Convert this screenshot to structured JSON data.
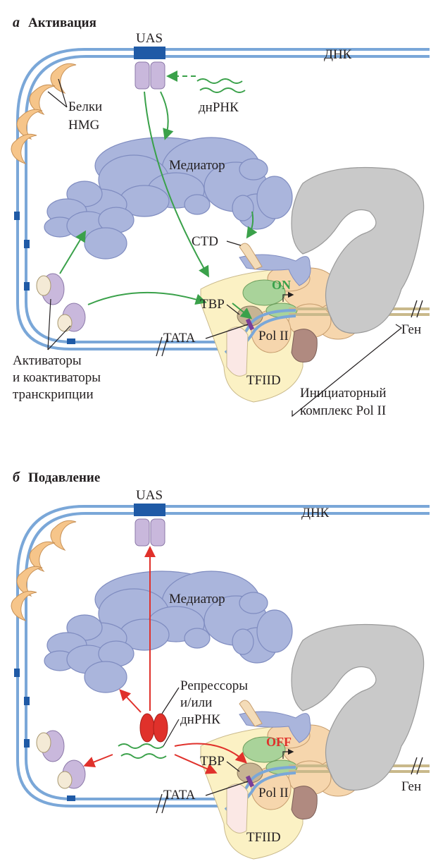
{
  "panel_a": {
    "letter": "а",
    "title": "Активация",
    "uas": "UAS",
    "dna": "ДНК",
    "hmg": [
      "Белки",
      "HMG"
    ],
    "ncrna": "днРНК",
    "mediator": "Медиатор",
    "ctd": "CTD",
    "status": "ON",
    "tbp": "TBP",
    "tata": "TATA",
    "pol2": "Pol II",
    "gene": "Ген",
    "tfiid": "TFIID",
    "activators": [
      "Активаторы",
      "и коактиваторы",
      "транскрипции"
    ],
    "complex": [
      "Инициаторный",
      "комплекс Pol II"
    ]
  },
  "panel_b": {
    "letter": "б",
    "title": "Подавление",
    "uas": "UAS",
    "dna": "ДНК",
    "mediator": "Медиатор",
    "repressors": [
      "Репрессоры",
      "и/или",
      "днРНК"
    ],
    "status": "OFF",
    "tbp": "TBP",
    "tata": "TATA",
    "pol2": "Pol II",
    "gene": "Ген",
    "tfiid": "TFIID"
  },
  "colors": {
    "dna": "#7aa7d8",
    "mediator": "#aab5dc",
    "hmg": "#f6c58a",
    "activation_arrow": "#3aa14a",
    "repression_arrow": "#e0312b",
    "pol2": "#c9c9c9"
  }
}
